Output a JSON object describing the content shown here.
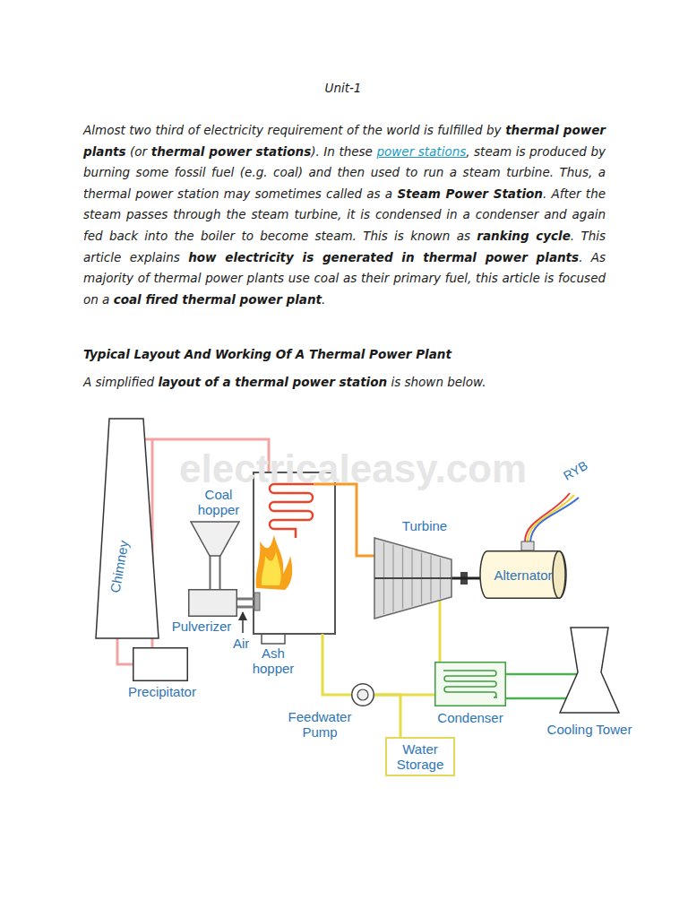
{
  "diagram": {
    "title": "Unit-1",
    "nodes": [
      {
        "text": [
          "Chimney"
        ]
      },
      {
        "text": [
          "Coal hopper"
        ]
      },
      {
        "text": [
          "Pulverizer"
        ]
      },
      {
        "text": [
          "Ash hopper"
        ]
      },
      {
        "text": [
          "Turbine"
        ]
      },
      {
        "text": [
          "Alternator"
        ]
      },
      {
        "text": [
          "Precipitator"
        ]
      },
      {
        "text": [
          "Feedwater Pump"
        ]
      },
      {
        "text": [
          "Condenser"
        ]
      },
      {
        "text": [
          "Water Storage"
        ]
      },
      {
        "text": [
          "Cooling Tower"
        ]
      }
    ],
    "edges": [
      {
        "from": 6,
        "to": 0,
        "arrow": "none"
      },
      {
        "from": 1,
        "to": 2,
        "arrow": "none"
      },
      {
        "from": 4,
        "to": 5,
        "arrow": "none"
      },
      {
        "from": 4,
        "to": 8,
        "arrow": "none"
      },
      {
        "from": 8,
        "to": 7,
        "arrow": "none"
      },
      {
        "from": 9,
        "to": 7,
        "arrow": "none"
      },
      {
        "from": 8,
        "to": 10,
        "arrow": "none"
      },
      {
        "from": 8,
        "to": 10,
        "arrow": "none"
      }
    ],
    "labels": [
      "Almost two third of electricity requirement of the world is fulfilled by ",
      "thermal power plants",
      " (or ",
      "thermal power stations",
      "). In these ",
      "power stations",
      ", steam is produced by burning some fossil fuel (e.g. coal) and then used to run a steam turbine. Thus, a thermal power station may sometimes called as a ",
      "Steam Power Station",
      ". After the steam passes through the steam turbine, it is condensed in a condenser and again fed back into the boiler to become steam. This is known as ",
      "ranking cycle",
      ". This article explains ",
      "how electricity is generated in thermal power plants",
      ". As majority of thermal power plants use coal as their primary fuel, this article is focused on a ",
      "coal fired thermal power plant",
      ".",
      "Typical Layout And Working Of A Thermal Power Plant",
      "A simplified ",
      "layout of a thermal power station",
      " is shown below.",
      "electricaleasy.com",
      "RYB",
      "Air"
    ]
  }
}
